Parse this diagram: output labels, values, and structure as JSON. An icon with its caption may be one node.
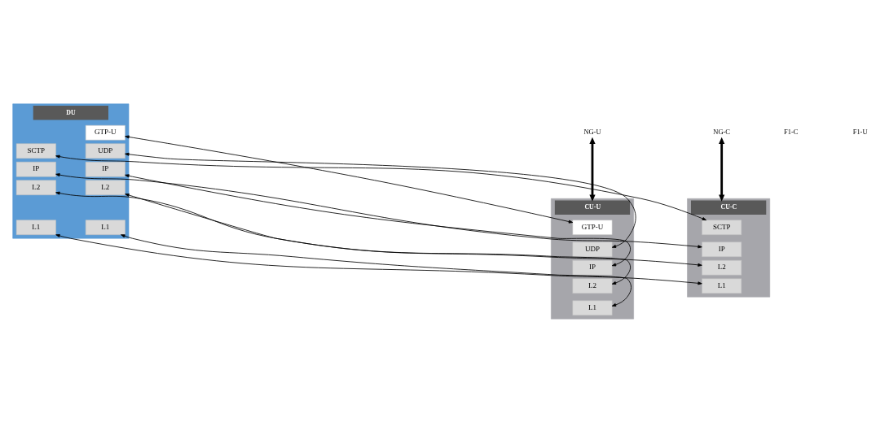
{
  "diagram": {
    "nodes": [
      {
        "text": [
          "NG-C"
        ]
      },
      {
        "text": [
          "NG-U"
        ]
      },
      {
        "text": [
          "CU-C"
        ]
      },
      {
        "text": [
          "SCTP"
        ],
        "in": 2
      },
      {
        "text": [
          "IP"
        ],
        "in": 2
      },
      {
        "text": [
          "L2"
        ],
        "in": 2
      },
      {
        "text": [
          "L1"
        ],
        "in": 2
      },
      {
        "text": [
          "DU"
        ]
      },
      {
        "text": [
          "SCTP"
        ],
        "in": 7
      },
      {
        "text": [
          "IP"
        ],
        "in": 7
      },
      {
        "text": [
          "L2"
        ],
        "in": 7
      },
      {
        "text": [
          "L1"
        ],
        "in": 7
      },
      {
        "text": [
          "GTP-U"
        ],
        "in": 7
      },
      {
        "text": [
          "UDP"
        ],
        "in": 7
      },
      {
        "text": [
          "IP"
        ],
        "in": 7
      },
      {
        "text": [
          "L2"
        ],
        "in": 7
      },
      {
        "text": [
          "L1"
        ],
        "in": 7
      },
      {
        "text": [
          "CU-U"
        ]
      },
      {
        "text": [
          "GTP-U"
        ],
        "in": 17
      },
      {
        "text": [
          "UDP"
        ],
        "in": 17
      },
      {
        "text": [
          "IP"
        ],
        "in": 17
      },
      {
        "text": [
          "L2"
        ],
        "in": 17
      },
      {
        "text": [
          "L1"
        ],
        "in": 17
      }
    ],
    "edges": [
      {
        "from": 0,
        "to": 2,
        "arrow": "both",
        "style": "thick"
      },
      {
        "from": 1,
        "to": 17,
        "arrow": "both",
        "style": "thick"
      },
      {
        "from": 3,
        "to": 8,
        "arrow": "both"
      },
      {
        "from": 4,
        "to": 9,
        "arrow": "both"
      },
      {
        "from": 5,
        "to": 10,
        "arrow": "both"
      },
      {
        "from": 6,
        "to": 11,
        "arrow": "both"
      },
      {
        "from": 12,
        "to": 18,
        "arrow": "both"
      },
      {
        "from": 13,
        "to": 19,
        "arrow": "both"
      },
      {
        "from": 14,
        "to": 20,
        "arrow": "both"
      },
      {
        "from": 15,
        "to": 21,
        "arrow": "both"
      },
      {
        "from": 16,
        "to": 22,
        "arrow": "both"
      }
    ],
    "labels": [
      "F1-C",
      "F1-U"
    ]
  }
}
